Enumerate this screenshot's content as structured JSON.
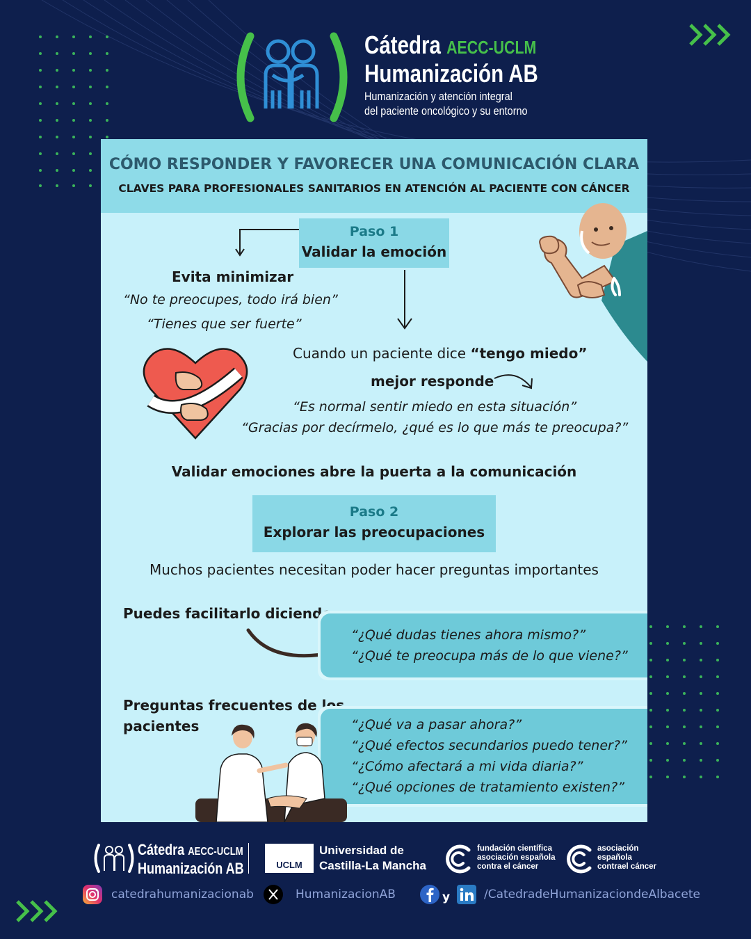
{
  "header": {
    "title_line1": "Cátedra",
    "title_accent": "AECC-UCLM",
    "title_line2": "Humanización AB",
    "subtitle_line1": "Humanización y atención integral",
    "subtitle_line2": "del paciente oncológico y su entorno"
  },
  "card": {
    "title": "CÓMO RESPONDER Y FAVORECER UNA COMUNICACIÓN CLARA",
    "subtitle": "CLAVES PARA PROFESIONALES SANITARIOS EN ATENCIÓN AL PACIENTE CON CÁNCER",
    "step1": {
      "label": "Paso 1",
      "name": "Validar la emoción"
    },
    "avoid": {
      "heading": "Evita minimizar",
      "quotes": [
        "“No te preocupes, todo irá bien”",
        "“Tienes que ser fuerte”"
      ]
    },
    "patient_says_prefix": "Cuando un paciente dice ",
    "patient_says_bold": "“tengo miedo”",
    "better_respond": "mejor responde",
    "good_quotes": [
      "“Es normal sentir miedo en esta situación”",
      "“Gracias por decírmelo, ¿qué es lo que más te preocupa?”"
    ],
    "validate_line": "Validar emociones abre la puerta a la comunicación",
    "step2": {
      "label": "Paso 2",
      "name": "Explorar las preocupaciones"
    },
    "many_patients": "Muchos pacientes necesitan poder hacer preguntas importantes",
    "facilitate_heading": "Puedes facilitarlo diciendo",
    "facilitate_quotes": [
      "“¿Qué dudas tienes ahora mismo?”",
      "“¿Qué te preocupa más de lo que viene?”"
    ],
    "faq_heading_line1": "Preguntas frecuentes de los",
    "faq_heading_line2": "pacientes",
    "faq_quotes": [
      "“¿Qué va a pasar ahora?”",
      "“¿Qué efectos secundarios puedo tener?”",
      "“¿Cómo afectará a mi vida diaria?”",
      "“¿Qué opciones de tratamiento existen?”"
    ]
  },
  "footer": {
    "catedra_line1": "Cátedra",
    "catedra_accent": "AECC-UCLM",
    "catedra_line2": "Humanización AB",
    "uclm_badge": "UCLM",
    "uclm_line1": "Universidad de",
    "uclm_line2": "Castilla-La Mancha",
    "fundacion_lines": [
      "fundación científica",
      "asociación española",
      "contra el cáncer"
    ],
    "asociacion_lines": [
      "asociación",
      "española",
      "contrael cáncer"
    ],
    "instagram": "catedrahumanizacionab",
    "x_handle": "HumanizacionAB",
    "and": "y",
    "fb_li": "/CatedradeHumanizaciondeAlbacete"
  },
  "colors": {
    "background": "#0e1f4d",
    "accent_green": "#46c04a",
    "card_bg": "#c8f1fa",
    "header_band": "#8edbe8",
    "teal_text": "#1b7a88",
    "logo_blue": "#2f8fd6"
  }
}
